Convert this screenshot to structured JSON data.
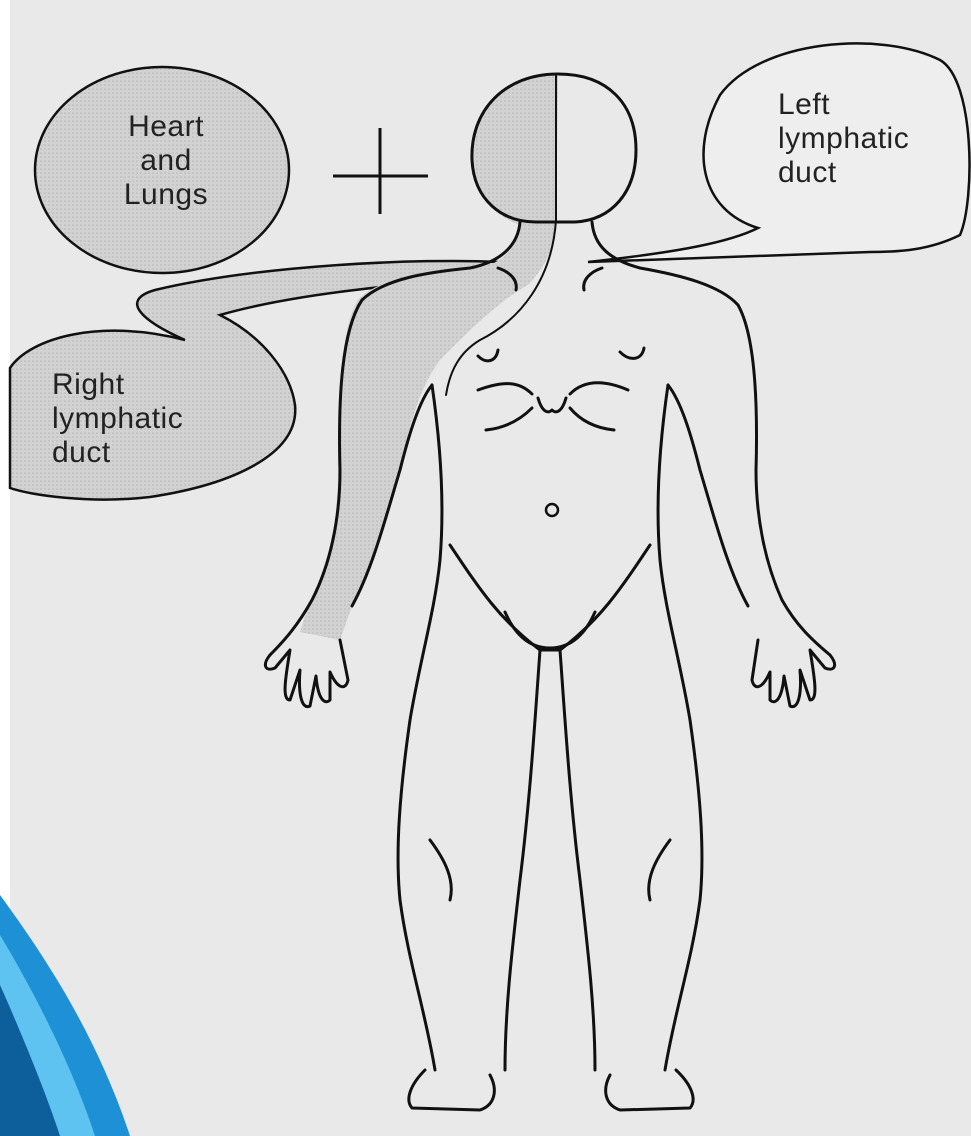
{
  "labels": {
    "heart_lungs": [
      "Heart",
      "and",
      "Lungs"
    ],
    "left_duct": [
      "Left",
      "lymphatic",
      "duct"
    ],
    "right_duct": [
      "Right",
      "lymphatic",
      "duct"
    ]
  },
  "colors": {
    "background": "#e9e9e9",
    "shaded_region": "#c9c9c9",
    "outline": "#111111",
    "accent_corner": "#1e90d6"
  }
}
